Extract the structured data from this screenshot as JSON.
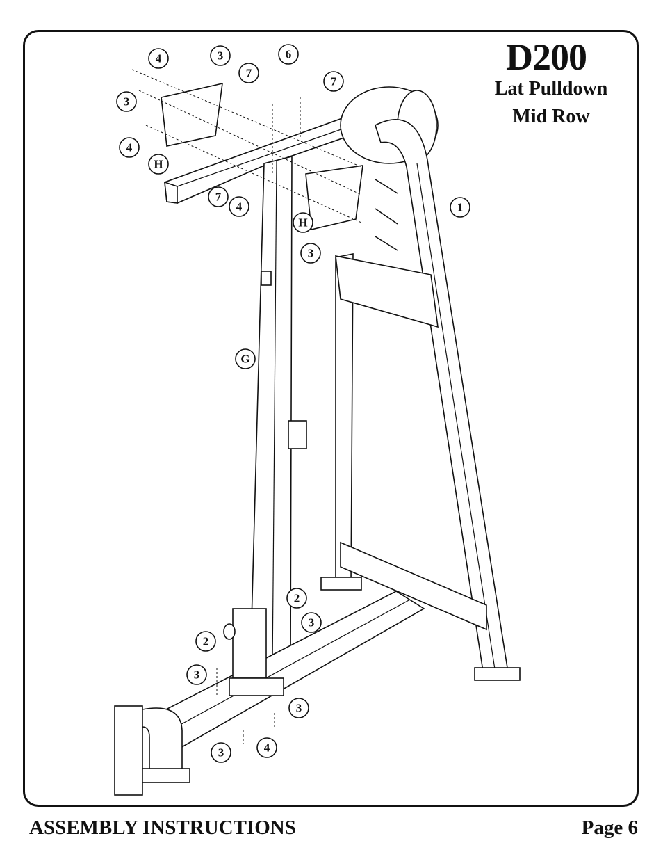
{
  "header": {
    "model": "D200",
    "subtitle_line1": "Lat Pulldown",
    "subtitle_line2": "Mid Row"
  },
  "footer": {
    "left": "ASSEMBLY INSTRUCTIONS",
    "right": "Page 6"
  },
  "callouts": {
    "c1": "1",
    "c2a": "2",
    "c2b": "2",
    "c3a": "3",
    "c3b": "3",
    "c3c": "3",
    "c3d": "3",
    "c3e": "3",
    "c3f": "3",
    "c3g": "3",
    "c4a": "4",
    "c4b": "4",
    "c4c": "4",
    "c4d": "4",
    "c6": "6",
    "c7a": "7",
    "c7b": "7",
    "c7c": "7",
    "cG": "G",
    "cH1": "H",
    "cH2": "H"
  }
}
